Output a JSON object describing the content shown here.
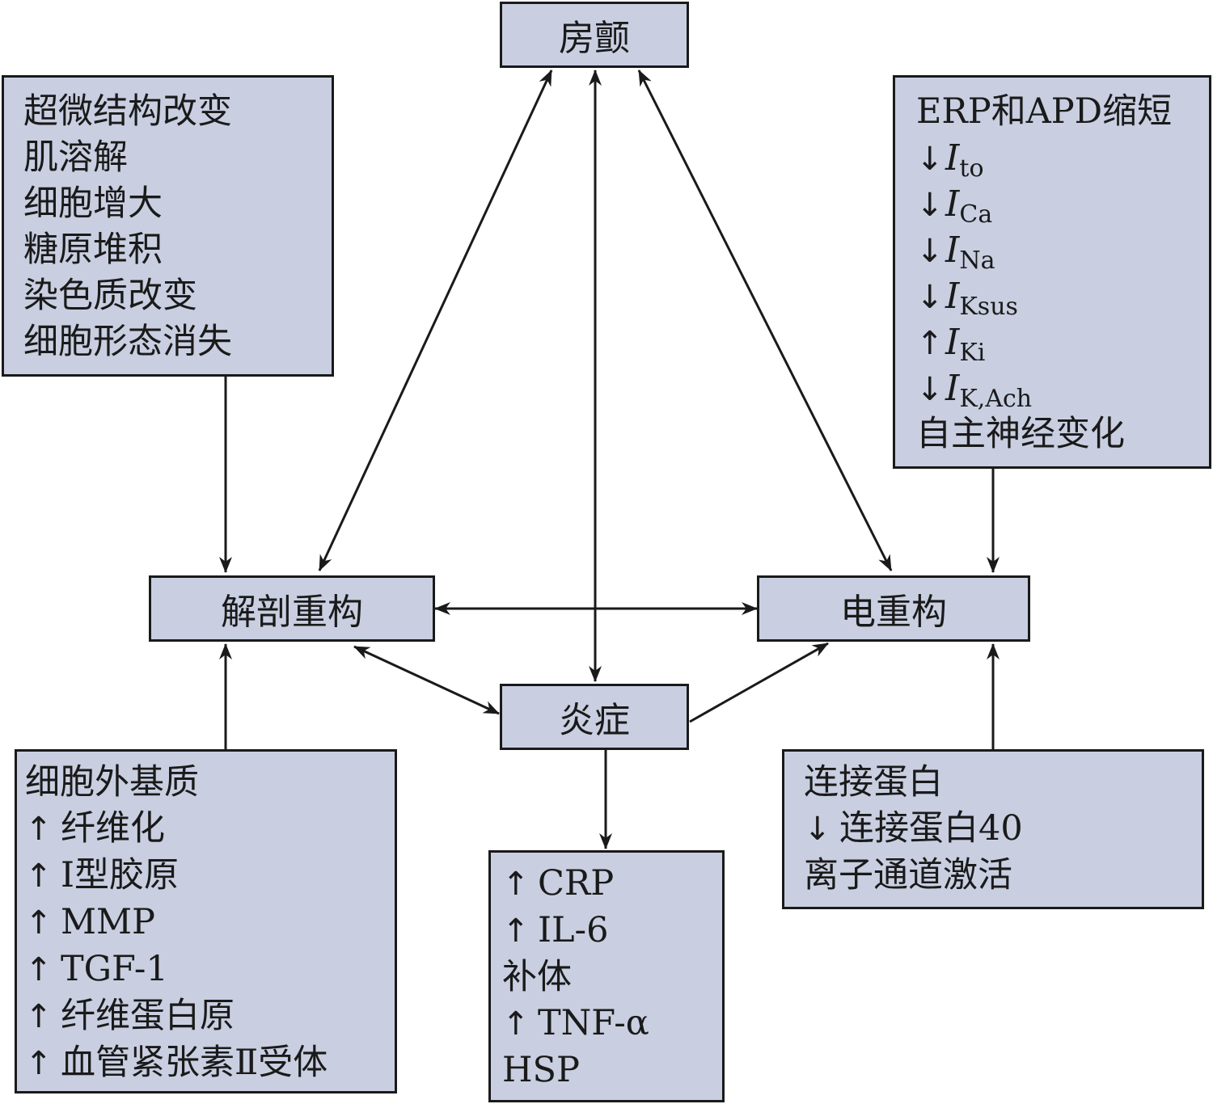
{
  "nodes": {
    "af": "房颤",
    "anatomical": "解剖重构",
    "electrical": "电重构",
    "inflammation": "炎症"
  },
  "anatomical_factors": {
    "items": [
      "超微结构改变",
      "肌溶解",
      "细胞增大",
      "糖原堆积",
      "染色质改变",
      "细胞形态消失"
    ]
  },
  "electrical_factors": {
    "title": "ERP和APD缩短",
    "ions": [
      {
        "arrow": "↓",
        "symbol": "I",
        "sub": "to"
      },
      {
        "arrow": "↓",
        "symbol": "I",
        "sub": "Ca"
      },
      {
        "arrow": "↓",
        "symbol": "I",
        "sub": "Na"
      },
      {
        "arrow": "↓",
        "symbol": "I",
        "sub": "Ksus"
      },
      {
        "arrow": "↑",
        "symbol": "I",
        "sub": "Ki"
      },
      {
        "arrow": "↓",
        "symbol": "I",
        "sub": "K,Ach"
      }
    ],
    "footer": "自主神经变化"
  },
  "ecm": {
    "title": "细胞外基质",
    "items": [
      {
        "arrow": "↑",
        "text": "纤维化"
      },
      {
        "arrow": "↑",
        "text": "Ⅰ型胶原"
      },
      {
        "arrow": "↑",
        "text": "MMP"
      },
      {
        "arrow": "↑",
        "text": "TGF-1"
      },
      {
        "arrow": "↑",
        "text": "纤维蛋白原"
      },
      {
        "arrow": "↑",
        "text": "血管紧张素Ⅱ受体"
      }
    ]
  },
  "markers": {
    "items": [
      {
        "arrow": "↑",
        "text": "CRP"
      },
      {
        "arrow": "↑",
        "text": "IL-6"
      },
      {
        "arrow": "",
        "text": "补体"
      },
      {
        "arrow": "↑",
        "text": "TNF-α"
      },
      {
        "arrow": "",
        "text": "HSP"
      }
    ]
  },
  "connexin": {
    "items": [
      {
        "arrow": "",
        "text": "连接蛋白"
      },
      {
        "arrow": "↓",
        "text": "连接蛋白40"
      },
      {
        "arrow": "",
        "text": "离子通道激活"
      }
    ]
  },
  "colors": {
    "box_fill": "#c9cfe1",
    "stroke": "#1a1a1a"
  }
}
